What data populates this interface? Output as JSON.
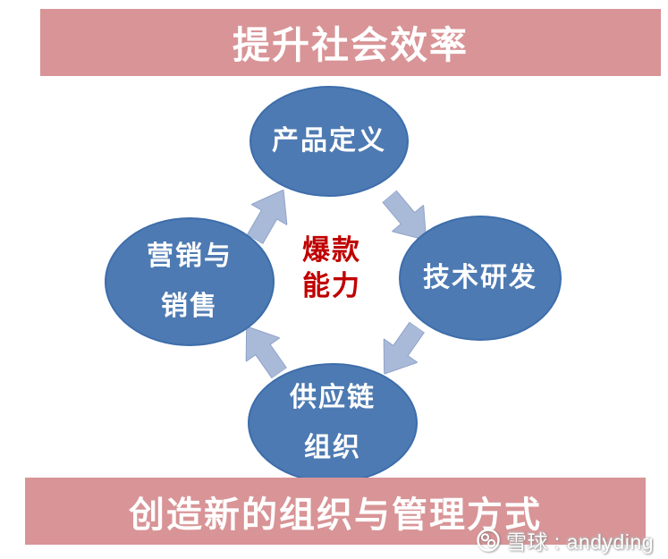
{
  "banners": {
    "top": "提升社会效率",
    "bottom": "创造新的组织与管理方式"
  },
  "center": {
    "lines": [
      "爆款",
      "能力"
    ],
    "color": "#c00000"
  },
  "nodes": [
    {
      "id": "product-definition",
      "lines": [
        "产品定义"
      ],
      "position": "top"
    },
    {
      "id": "tech-rd",
      "lines": [
        "技术研发"
      ],
      "position": "right"
    },
    {
      "id": "supply-chain-organization",
      "lines": [
        "供应链",
        "组织"
      ],
      "position": "bottom"
    },
    {
      "id": "marketing-and-sales",
      "lines": [
        "营销与",
        "销售"
      ],
      "position": "left"
    }
  ],
  "arrows": [
    {
      "from": "营销与销售",
      "to": "产品定义",
      "direction": "up-right"
    },
    {
      "from": "产品定义",
      "to": "技术研发",
      "direction": "down-right"
    },
    {
      "from": "技术研发",
      "to": "供应链组织",
      "direction": "down-left"
    },
    {
      "from": "供应链组织",
      "to": "营销与销售",
      "direction": "up-left"
    }
  ],
  "watermark": {
    "logo": "xueqiu-logo",
    "text": "雪球 : andyding"
  },
  "colors": {
    "banner": "#d89496",
    "node_fill": "#4d7ab2",
    "node_border": "#3d6dab",
    "arrow": "#a9b9d8",
    "center_text": "#c00000",
    "banner_text": "#ffffff",
    "node_text": "#ffffff"
  }
}
